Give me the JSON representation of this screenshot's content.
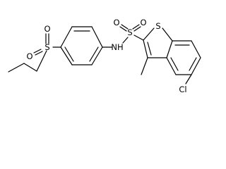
{
  "molecule": {
    "atoms": {
      "s_sulfonyl_left": "S",
      "o_sulfonyl_left_upper": "O",
      "o_sulfonyl_left_lower": "O",
      "nh": "NH",
      "s_sulfonamide": "S",
      "o_sulfonamide_left": "O",
      "o_sulfonamide_right": "O",
      "s_thiophene": "S",
      "cl": "Cl"
    }
  }
}
